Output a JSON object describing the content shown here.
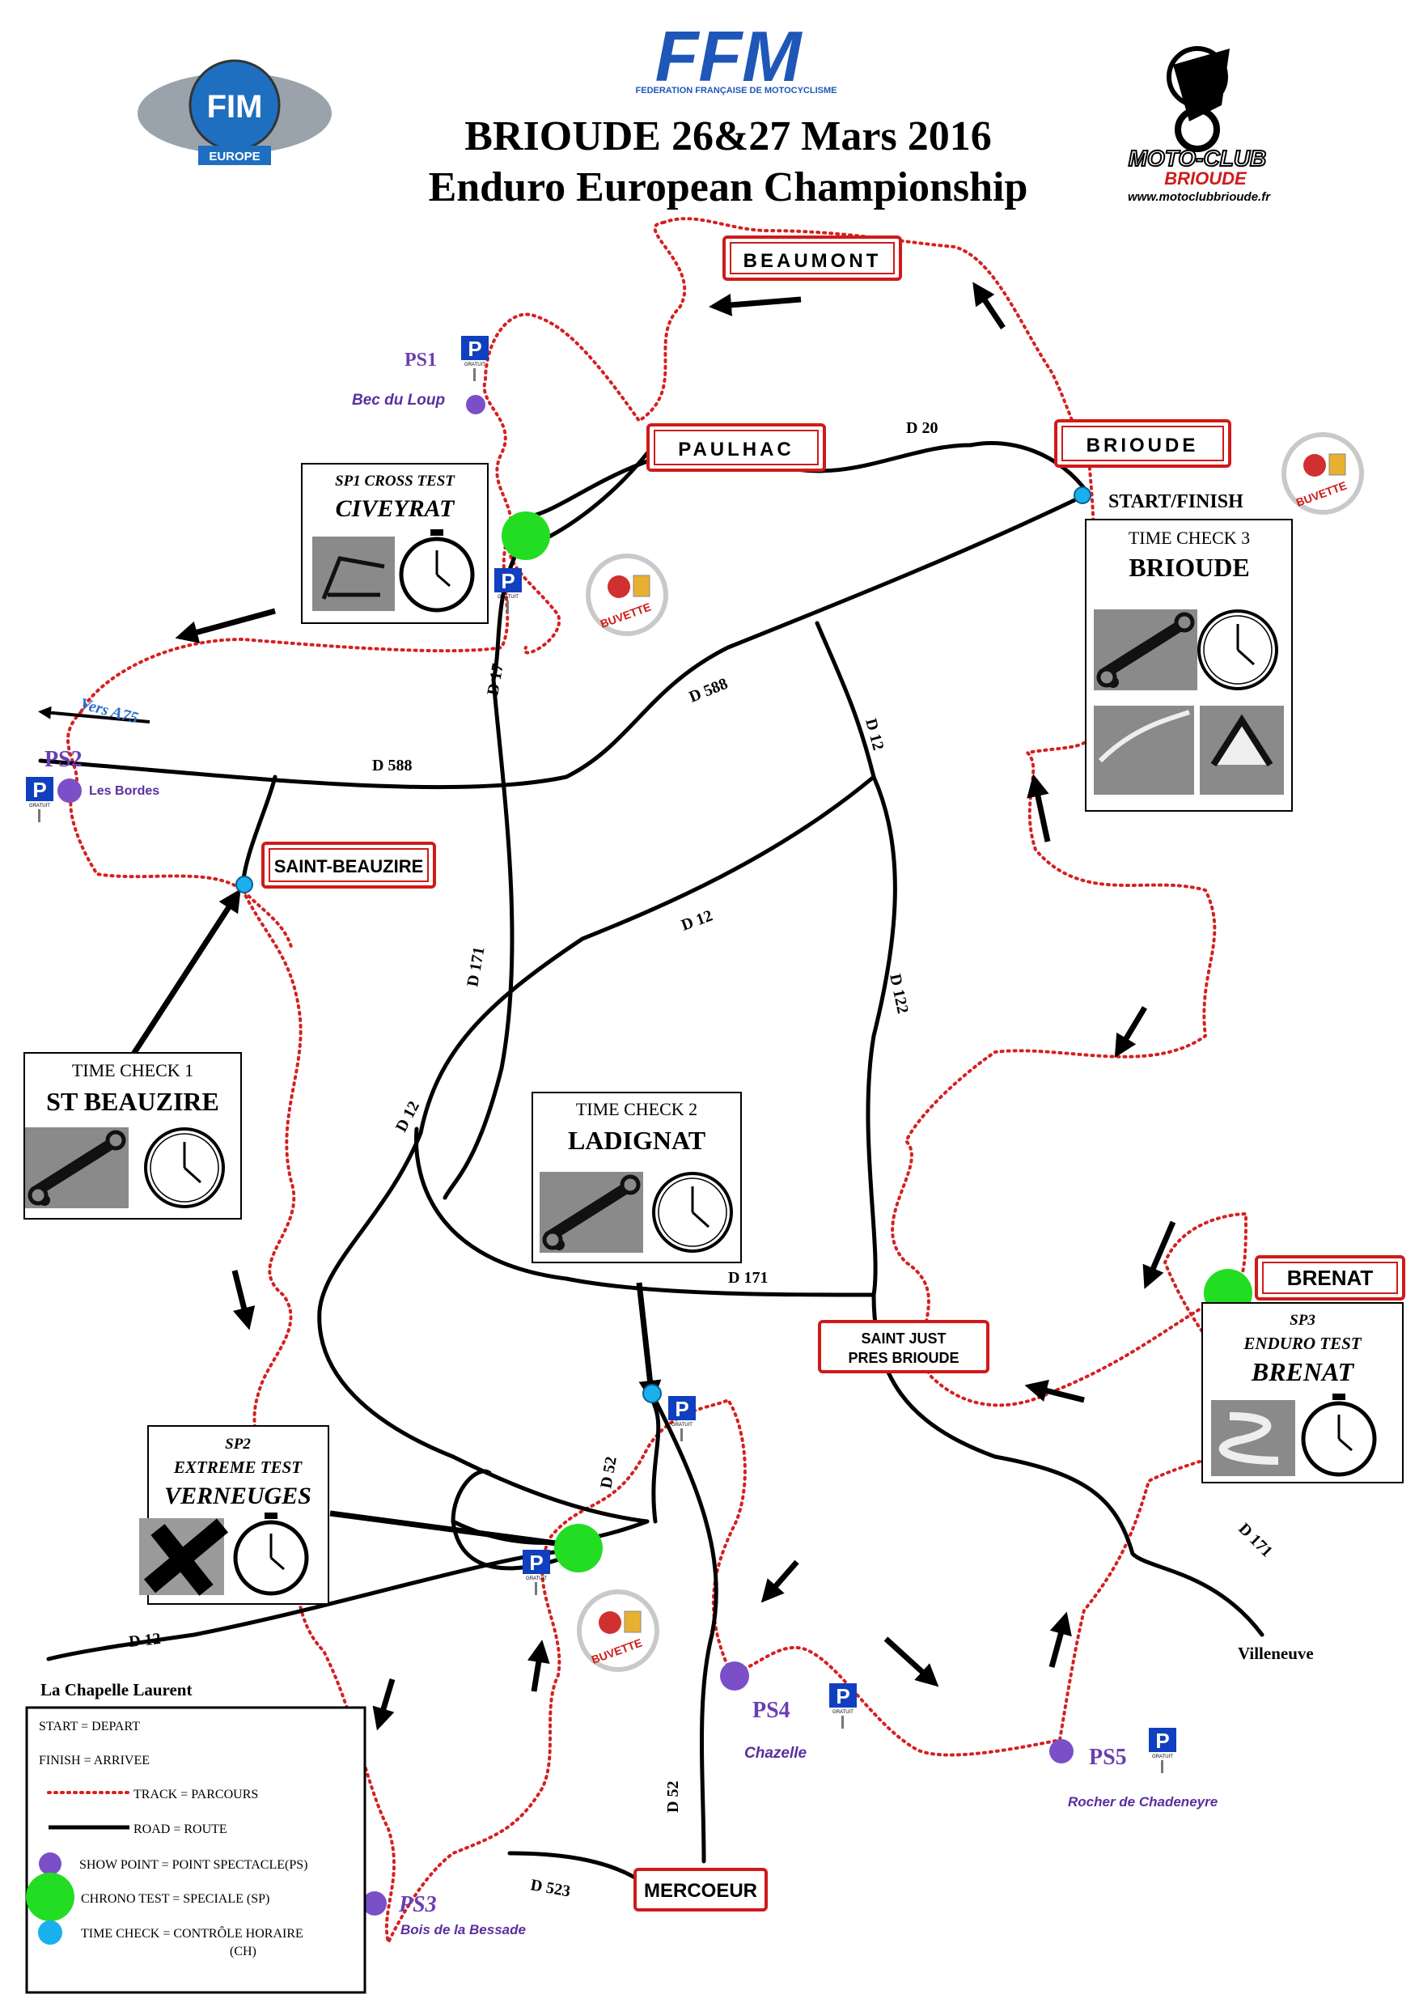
{
  "header": {
    "title_line1": "BRIOUDE 26&27 Mars 2016",
    "title_line2": "Enduro European Championship",
    "logo_fim_text": "FIM",
    "logo_fim_sub": "EUROPE",
    "logo_ffm_text": "FFM",
    "logo_ffm_sub": "FEDERATION FRANÇAISE DE MOTOCYCLISME",
    "logo_mc_text": "MOTO-CLUB",
    "logo_mc_sub": "BRIOUDE",
    "logo_mc_url": "www.motoclubbrioude.fr"
  },
  "signs": {
    "beaumont": "BEAUMONT",
    "paulhac": "PAULHAC",
    "brioude": "BRIOUDE",
    "saint_beauzire": "SAINT-BEAUZIRE",
    "saint_just_1": "SAINT JUST",
    "saint_just_2": "PRES BRIOUDE",
    "brenat": "BRENAT",
    "mercoeur": "MERCOEUR"
  },
  "roads": {
    "d20": "D 20",
    "d588_a": "D 588",
    "d588_b": "D 588",
    "d17": "D 17",
    "d12_a": "D 12",
    "d12_b": "D 12",
    "d12_c": "D 12",
    "d12_d": "D 12",
    "d171_a": "D 171",
    "d171_b": "D 171",
    "d171_c": "D 171",
    "d122": "D 122",
    "d52_a": "D 52",
    "d52_b": "D 52",
    "d523": "D 523"
  },
  "places": {
    "start_finish": "START/FINISH",
    "vers_a75": "Vers A75",
    "la_chapelle": "La Chapelle Laurent",
    "villeneuve": "Villeneuve"
  },
  "show_points": {
    "ps1": "PS1",
    "ps1_name": "Bec du Loup",
    "ps2": "PS2",
    "ps2_name": "Les Bordes",
    "ps3": "PS3",
    "ps3_name": "Bois de la Bessade",
    "ps4": "PS4",
    "ps4_name": "Chazelle",
    "ps5": "PS5",
    "ps5_name": "Rocher de Chadeneyre"
  },
  "boxes": {
    "sp1_a": "SP1 CROSS TEST",
    "sp1_b": "CIVEYRAT",
    "tc3_a": "TIME CHECK 3",
    "tc3_b": "BRIOUDE",
    "tc1_a": "TIME CHECK 1",
    "tc1_b": "ST BEAUZIRE",
    "tc2_a": "TIME CHECK 2",
    "tc2_b": "LADIGNAT",
    "sp2_a": "SP2",
    "sp2_b": "EXTREME TEST",
    "sp2_c": "VERNEUGES",
    "sp3_a": "SP3",
    "sp3_b": "ENDURO TEST",
    "sp3_c": "BRENAT"
  },
  "badges": {
    "buvette": "BUVETTE",
    "parking": "P",
    "gratuit": "GRATUIT"
  },
  "legend": {
    "start": "START = DEPART",
    "finish": "FINISH = ARRIVEE",
    "track": "TRACK = PARCOURS",
    "road": "ROAD = ROUTE",
    "show": "SHOW  POINT = POINT SPECTACLE(PS)",
    "chrono": "CHRONO  TEST = SPECIALE  (SP)",
    "timecheck_1": "TIME CHECK =  CONTRÔLE HORAIRE",
    "timecheck_2": "(CH)"
  },
  "colors": {
    "track": "#d62020",
    "road": "#000000",
    "show_point": "#7b4fc8",
    "chrono": "#22dd22",
    "time_check": "#1ab0ee",
    "sign_border": "#d01a1a",
    "parking": "#1040c0",
    "ps_label": "#6a3fb0",
    "vers_a75": "#2a70d0"
  }
}
